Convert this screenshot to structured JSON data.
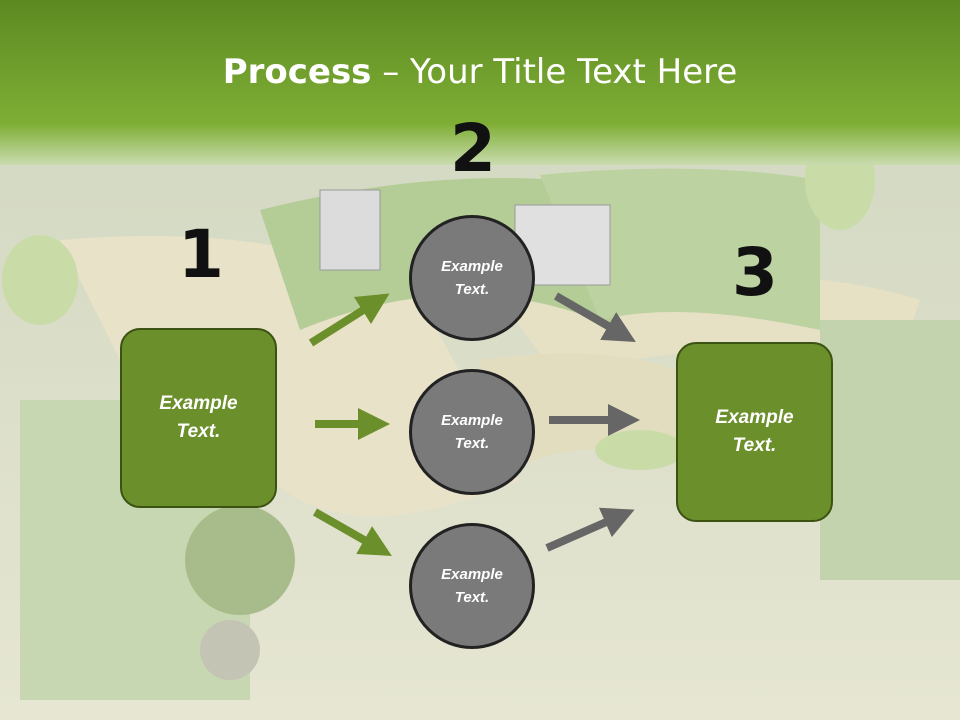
{
  "slide": {
    "title_bold": "Process",
    "title_rest": " – Your Title Text Here"
  },
  "steps": [
    {
      "number": "1",
      "line1": "Example",
      "line2": "Text."
    },
    {
      "number": "2"
    },
    {
      "number": "3",
      "line1": "Example",
      "line2": "Text."
    }
  ],
  "circles": [
    {
      "line1": "Example",
      "line2": "Text."
    },
    {
      "line1": "Example",
      "line2": "Text."
    },
    {
      "line1": "Example",
      "line2": "Text."
    }
  ],
  "colors": {
    "header_green": "#7aaa2e",
    "box_green": "#6b8f2a",
    "circle_gray": "#7a7a7a",
    "arrow_green": "#6b8f2a",
    "arrow_gray": "#666666"
  },
  "background_description_icon": "office-cubicles-photo"
}
